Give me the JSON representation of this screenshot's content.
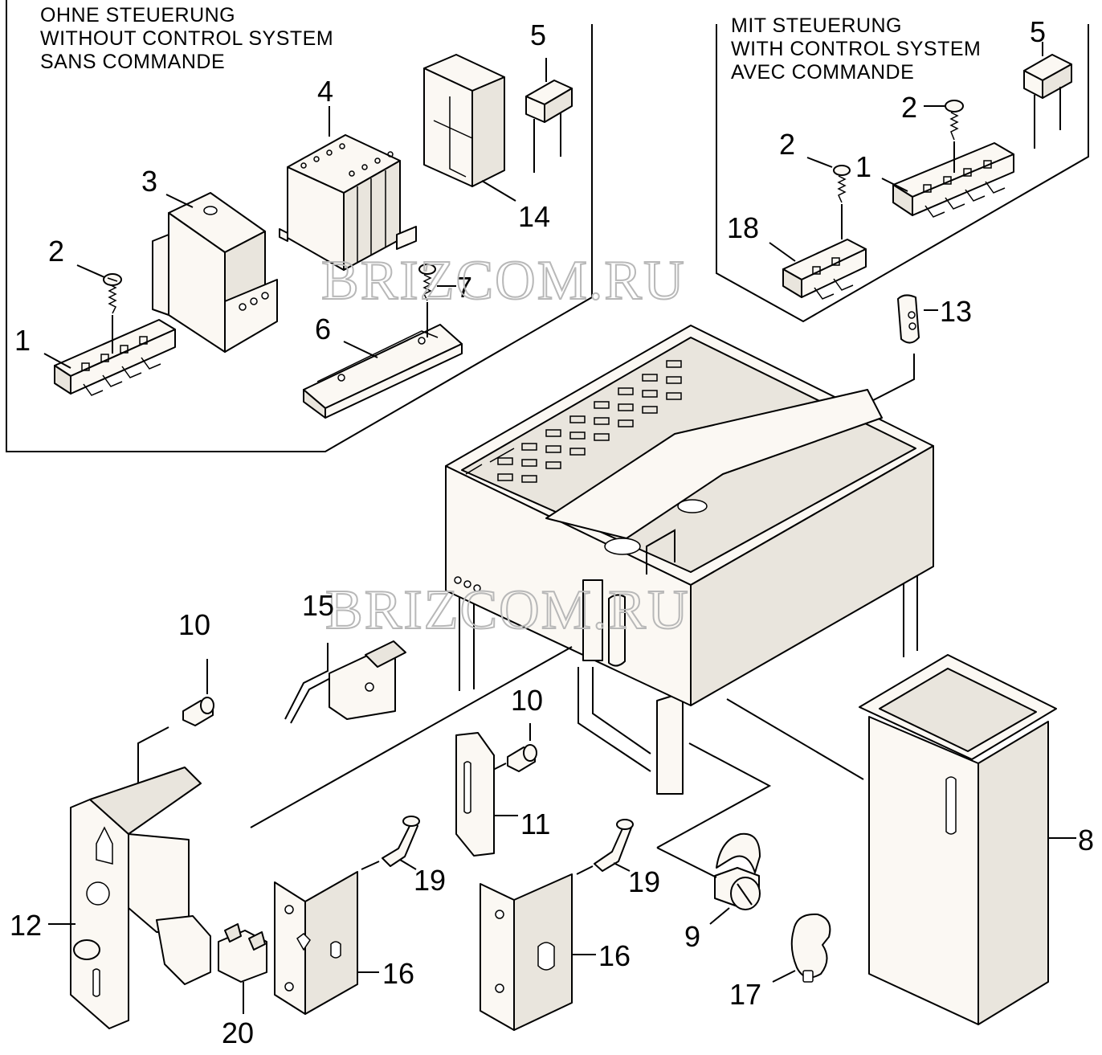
{
  "headings": {
    "without_control": [
      "OHNE STEUERUNG",
      "WITHOUT CONTROL SYSTEM",
      "SANS COMMANDE"
    ],
    "with_control": [
      "MIT STEUERUNG",
      "WITH CONTROL SYSTEM",
      "AVEC COMMANDE"
    ]
  },
  "watermark": "BRIZCOM.RU",
  "labels": {
    "l1a": "1",
    "l2a": "2",
    "l3": "3",
    "l4": "4",
    "l5a": "5",
    "l14": "14",
    "l6": "6",
    "l7": "7",
    "l2b": "2",
    "l2c": "2",
    "l1b": "1",
    "l5b": "5",
    "l18": "18",
    "l13": "13",
    "l15": "15",
    "l10a": "10",
    "l10b": "10",
    "l11": "11",
    "l12": "12",
    "l19a": "19",
    "l19b": "19",
    "l16a": "16",
    "l16b": "16",
    "l20": "20",
    "l9": "9",
    "l17": "17",
    "l8": "8"
  }
}
